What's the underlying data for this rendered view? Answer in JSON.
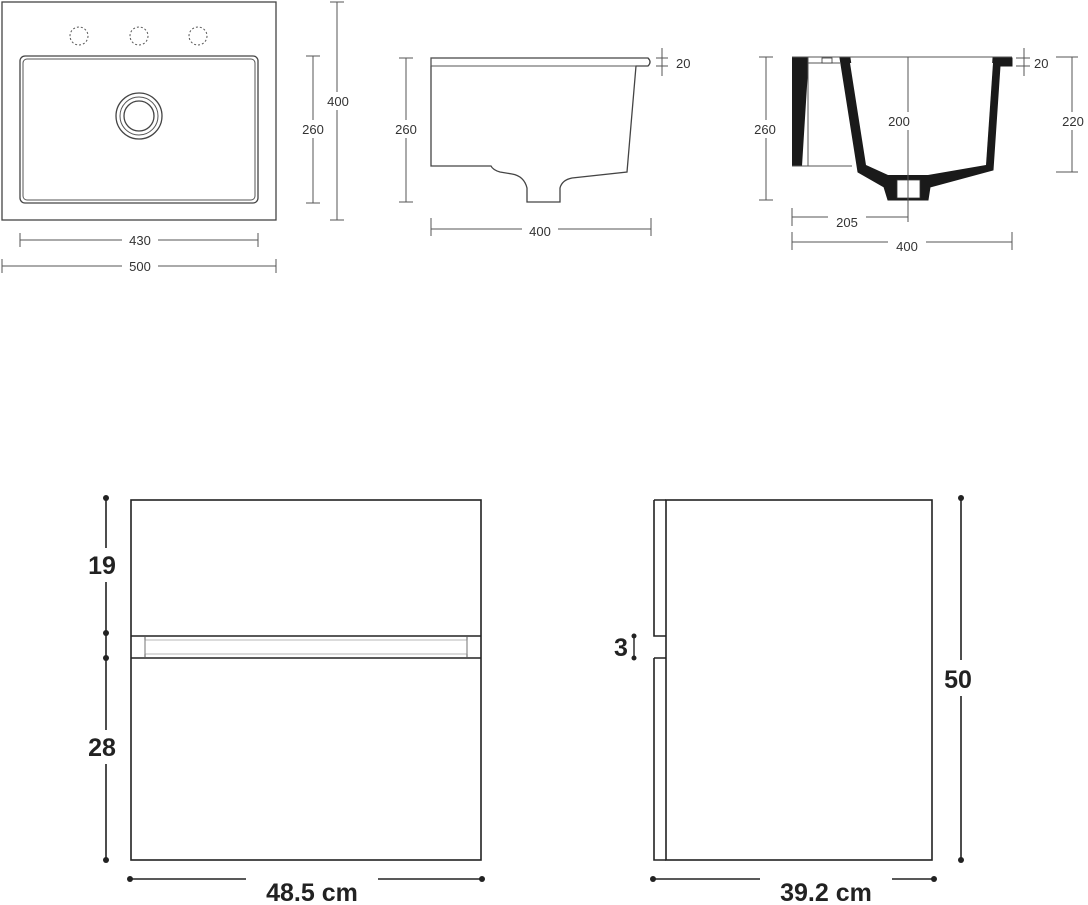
{
  "basin_top_view": {
    "dim_inner_width": "430",
    "dim_outer_width": "500",
    "dim_inner_height": "260",
    "dim_outer_height": "400"
  },
  "basin_front_view": {
    "dim_rim": "20",
    "dim_height": "260",
    "dim_width": "400"
  },
  "basin_section_view": {
    "dim_rim": "20",
    "dim_height": "260",
    "dim_inner_depth": "200",
    "dim_depth": "220",
    "dim_drain_offset": "205",
    "dim_width": "400"
  },
  "cabinet_front_view": {
    "dim_top": "19",
    "dim_bottom": "28",
    "dim_width": "48.5 cm"
  },
  "cabinet_side_view": {
    "dim_gap": "3",
    "dim_height": "50",
    "dim_depth": "39.2 cm"
  }
}
